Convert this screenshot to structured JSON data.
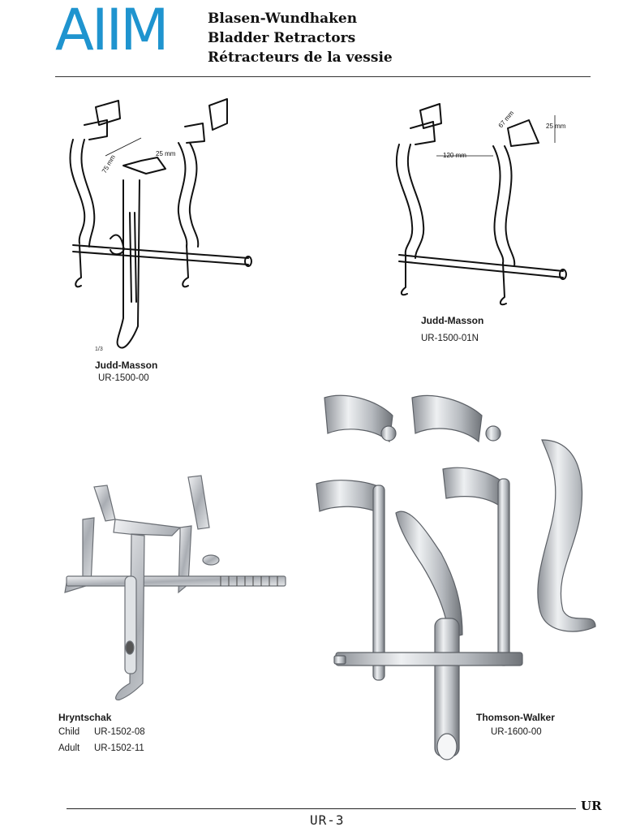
{
  "header": {
    "logo": "AIIM",
    "title_de": "Blasen-Wundhaken",
    "title_en": "Bladder Retractors",
    "title_fr": "Rétracteurs de la vessie"
  },
  "products": [
    {
      "name": "Judd-Masson",
      "code": "UR-1500-00",
      "scale": "1/3",
      "dimensions": [
        "75 mm",
        "25 mm"
      ]
    },
    {
      "name": "Judd-Masson",
      "code": "UR-1500-01N",
      "dimensions": [
        "67 mm",
        "25 mm",
        "120 mm"
      ]
    },
    {
      "name": "Hryntschak",
      "variants": [
        {
          "label": "Child",
          "code": "UR-1502-08"
        },
        {
          "label": "Adult",
          "code": "UR-1502-11"
        }
      ]
    },
    {
      "name": "Thomson-Walker",
      "code": "UR-1600-00"
    }
  ],
  "footer": {
    "page": "UR-3",
    "section": "UR"
  },
  "colors": {
    "logo": "#1f94cf",
    "rule": "#333333"
  }
}
